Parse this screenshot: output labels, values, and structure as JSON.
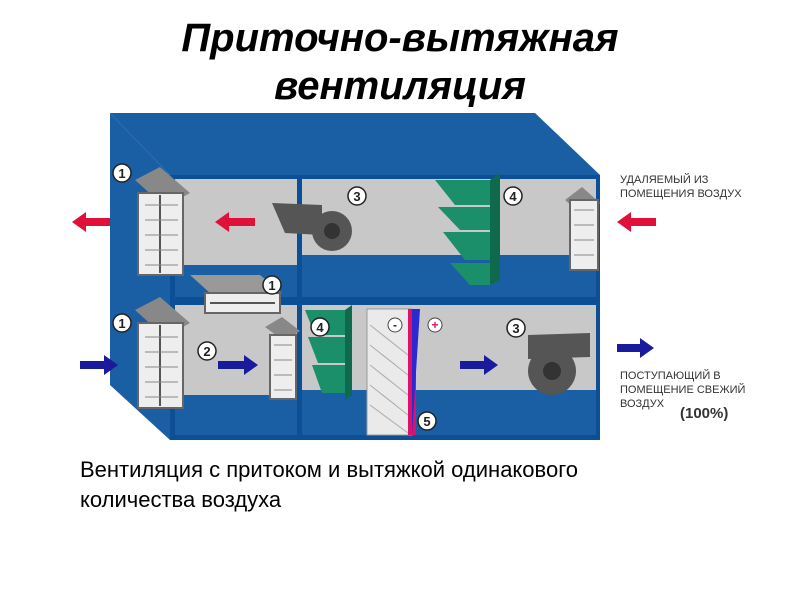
{
  "title": {
    "line1": "Приточно-вытяжная",
    "line2": "вентиляция"
  },
  "diagram": {
    "labels": {
      "exhaust": [
        "УДАЛЯЕМЫЙ ИЗ",
        "ПОМЕЩЕНИЯ ВОЗДУХ"
      ],
      "supply": [
        "ПОСТУПАЮЩИЙ В",
        "ПОМЕЩЕНИЕ СВЕЖИЙ",
        "ВОЗДУХ"
      ],
      "percent": "(100%)"
    },
    "markers": [
      "1",
      "1",
      "1",
      "2",
      "3",
      "3",
      "4",
      "4",
      "5"
    ],
    "signs": {
      "minus": "-",
      "plus": "+"
    },
    "colors": {
      "casing_blue": "#1a5fa3",
      "casing_dark": "#0d3d73",
      "interior_gray": "#c8c8c8",
      "exhaust_arrow": "#e0103a",
      "supply_arrow": "#1a1a9c",
      "coil_green": "#1a8f6a",
      "heater_pink": "#e0106a",
      "heater_blue": "#2a2ad0"
    }
  },
  "caption": {
    "line1": "Вентиляция с притоком и вытяжкой одинакового",
    "line2": "количества воздуха"
  }
}
